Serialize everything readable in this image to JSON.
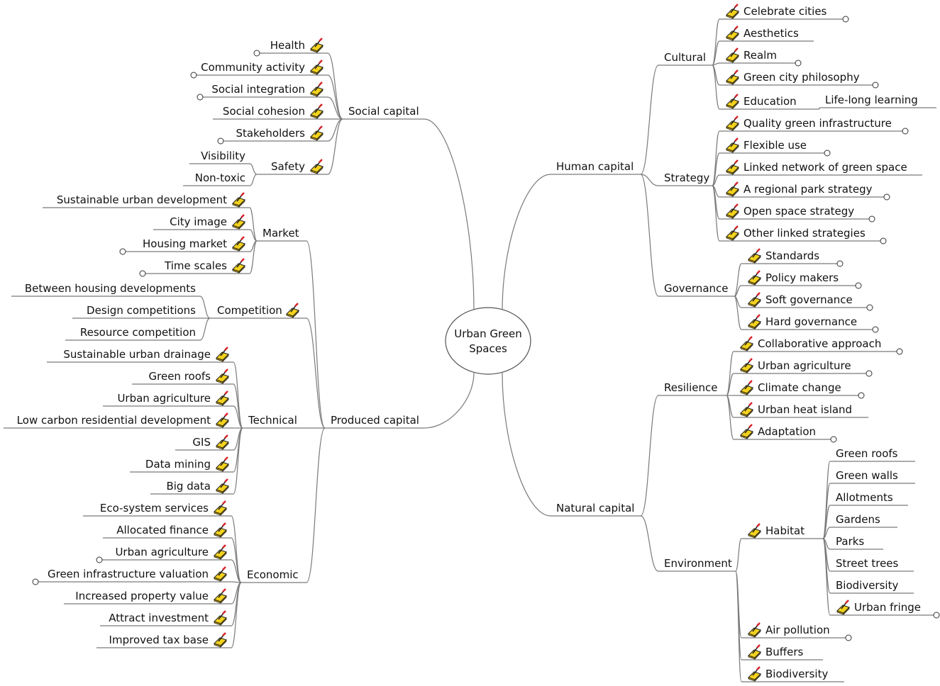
{
  "diagram": {
    "root": {
      "line1": "Urban Green",
      "line2": "Spaces"
    },
    "nodes": [
      {
        "id": "social_capital",
        "text": "Social capital",
        "icon": false
      },
      {
        "id": "health",
        "text": "Health",
        "icon": true
      },
      {
        "id": "community_activity",
        "text": "Community activity",
        "icon": true
      },
      {
        "id": "social_integration",
        "text": "Social integration",
        "icon": true
      },
      {
        "id": "social_cohesion",
        "text": "Social cohesion",
        "icon": true
      },
      {
        "id": "stakeholders",
        "text": "Stakeholders",
        "icon": true
      },
      {
        "id": "safety",
        "text": "Safety",
        "icon": true
      },
      {
        "id": "visibility",
        "text": "Visibility",
        "icon": false
      },
      {
        "id": "non_toxic",
        "text": "Non-toxic",
        "icon": false
      },
      {
        "id": "produced_capital",
        "text": "Produced capital",
        "icon": false
      },
      {
        "id": "market",
        "text": "Market",
        "icon": false
      },
      {
        "id": "sustainable_urban_development",
        "text": "Sustainable urban development",
        "icon": true
      },
      {
        "id": "city_image",
        "text": "City image",
        "icon": true
      },
      {
        "id": "housing_market",
        "text": "Housing market",
        "icon": true
      },
      {
        "id": "time_scales",
        "text": "Time scales",
        "icon": true
      },
      {
        "id": "competition",
        "text": "Competition",
        "icon": true
      },
      {
        "id": "between_housing",
        "text": "Between housing developments",
        "icon": false
      },
      {
        "id": "design_competitions",
        "text": "Design competitions",
        "icon": false
      },
      {
        "id": "resource_competition",
        "text": "Resource competition",
        "icon": false
      },
      {
        "id": "technical",
        "text": "Technical",
        "icon": false
      },
      {
        "id": "sud",
        "text": "Sustainable urban drainage",
        "icon": true
      },
      {
        "id": "green_roofs_t",
        "text": "Green roofs",
        "icon": true
      },
      {
        "id": "urban_agri_t",
        "text": "Urban agriculture",
        "icon": true
      },
      {
        "id": "low_carbon",
        "text": "Low carbon residential development",
        "icon": true
      },
      {
        "id": "gis",
        "text": "GIS",
        "icon": true
      },
      {
        "id": "data_mining",
        "text": "Data mining",
        "icon": true
      },
      {
        "id": "big_data",
        "text": "Big data",
        "icon": true
      },
      {
        "id": "economic",
        "text": "Economic",
        "icon": false
      },
      {
        "id": "eco_system",
        "text": "Eco-system services",
        "icon": true
      },
      {
        "id": "allocated_finance",
        "text": "Allocated finance",
        "icon": true
      },
      {
        "id": "urban_agri_e",
        "text": "Urban agriculture",
        "icon": true
      },
      {
        "id": "gi_valuation",
        "text": "Green infrastructure valuation",
        "icon": true
      },
      {
        "id": "property_value",
        "text": "Increased property value",
        "icon": true
      },
      {
        "id": "attract_investment",
        "text": "Attract investment",
        "icon": true
      },
      {
        "id": "tax_base",
        "text": "Improved tax base",
        "icon": true
      },
      {
        "id": "human_capital",
        "text": "Human capital",
        "icon": false
      },
      {
        "id": "cultural",
        "text": "Cultural",
        "icon": false
      },
      {
        "id": "celebrate_cities",
        "text": "Celebrate cities",
        "icon": true
      },
      {
        "id": "aesthetics",
        "text": "Aesthetics",
        "icon": true
      },
      {
        "id": "realm",
        "text": "Realm",
        "icon": true
      },
      {
        "id": "green_city_philosophy",
        "text": "Green city philosophy",
        "icon": true
      },
      {
        "id": "education",
        "text": "Education",
        "icon": true
      },
      {
        "id": "lifelong",
        "text": "Life-long learning",
        "icon": false
      },
      {
        "id": "strategy",
        "text": "Strategy",
        "icon": false
      },
      {
        "id": "quality_gi",
        "text": "Quality green infrastructure",
        "icon": true
      },
      {
        "id": "flexible_use",
        "text": "Flexible use",
        "icon": true
      },
      {
        "id": "linked_network",
        "text": "Linked network of green space",
        "icon": true
      },
      {
        "id": "regional_park",
        "text": "A regional park strategy",
        "icon": true
      },
      {
        "id": "open_space",
        "text": "Open space strategy",
        "icon": true
      },
      {
        "id": "other_linked",
        "text": "Other linked strategies",
        "icon": true
      },
      {
        "id": "governance",
        "text": "Governance",
        "icon": false
      },
      {
        "id": "standards",
        "text": "Standards",
        "icon": true
      },
      {
        "id": "policy_makers",
        "text": "Policy makers",
        "icon": true
      },
      {
        "id": "soft_gov",
        "text": "Soft governance",
        "icon": true
      },
      {
        "id": "hard_gov",
        "text": "Hard governance",
        "icon": true
      },
      {
        "id": "natural_capital",
        "text": "Natural capital",
        "icon": false
      },
      {
        "id": "resilience",
        "text": "Resilience",
        "icon": false
      },
      {
        "id": "collaborative",
        "text": "Collaborative approach",
        "icon": true
      },
      {
        "id": "urban_agri_r",
        "text": "Urban agriculture",
        "icon": true
      },
      {
        "id": "climate_change",
        "text": "Climate change",
        "icon": true
      },
      {
        "id": "heat_island",
        "text": "Urban heat island",
        "icon": true
      },
      {
        "id": "adaptation",
        "text": "Adaptation",
        "icon": true
      },
      {
        "id": "environment",
        "text": "Environment",
        "icon": false
      },
      {
        "id": "habitat",
        "text": "Habitat",
        "icon": true
      },
      {
        "id": "green_roofs_h",
        "text": "Green roofs",
        "icon": false
      },
      {
        "id": "green_walls",
        "text": "Green walls",
        "icon": false
      },
      {
        "id": "allotments",
        "text": "Allotments",
        "icon": false
      },
      {
        "id": "gardens",
        "text": "Gardens",
        "icon": false
      },
      {
        "id": "parks",
        "text": "Parks",
        "icon": false
      },
      {
        "id": "street_trees",
        "text": "Street trees",
        "icon": false
      },
      {
        "id": "biodiversity_h",
        "text": "Biodiversity",
        "icon": false
      },
      {
        "id": "urban_fringe",
        "text": "Urban fringe",
        "icon": true
      },
      {
        "id": "air_pollution",
        "text": "Air pollution",
        "icon": true
      },
      {
        "id": "buffers",
        "text": "Buffers",
        "icon": true
      },
      {
        "id": "biodiversity_e",
        "text": "Biodiversity",
        "icon": true
      }
    ],
    "colors": {
      "line": "#7a7a7a",
      "icon_body": "#f3d21c",
      "icon_accent": "#d81f26",
      "text": "#111111"
    }
  }
}
